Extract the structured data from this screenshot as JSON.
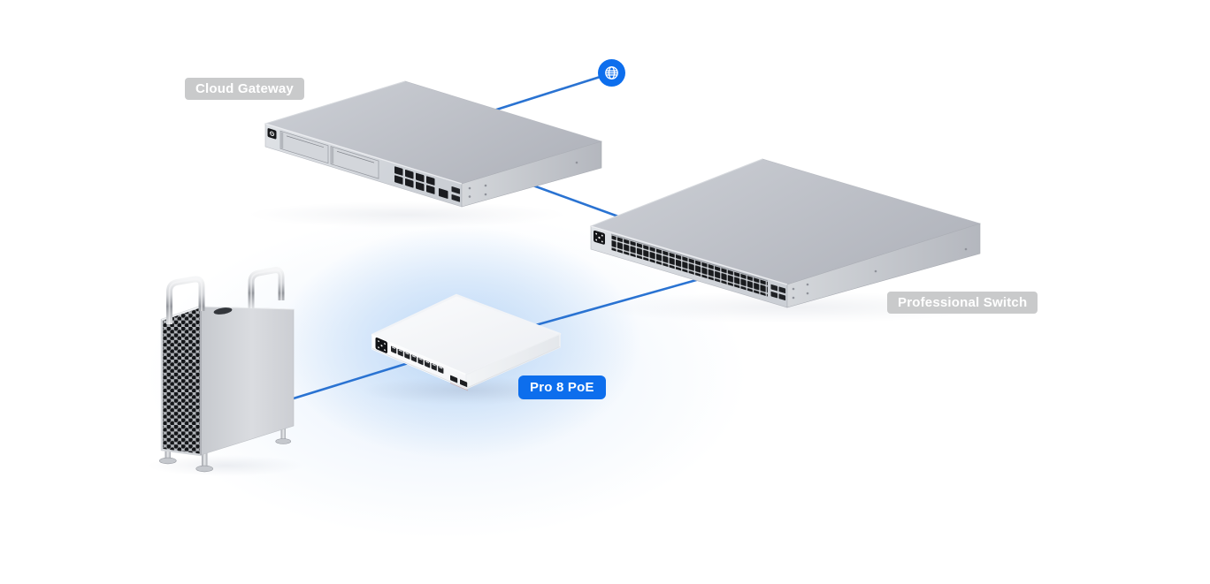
{
  "diagram": {
    "type": "network-topology-illustration",
    "background": "#ffffff",
    "labels": {
      "cloud_gateway": "Cloud Gateway",
      "professional_switch": "Professional Switch",
      "pro_8_poe": "Pro 8 PoE"
    },
    "nodes": [
      {
        "id": "internet",
        "kind": "globe-icon",
        "color": "#0d6eed"
      },
      {
        "id": "cloud-gateway",
        "kind": "rack-gateway",
        "label": "Cloud Gateway",
        "label_style": "gray",
        "drive_bays": 2,
        "ports_front": {
          "rj45": 8,
          "rj45_single": 1,
          "sfp": 2
        }
      },
      {
        "id": "professional-switch",
        "kind": "rack-switch",
        "label": "Professional Switch",
        "label_style": "gray",
        "ports_front": {
          "rj45": 48,
          "sfp": 4
        }
      },
      {
        "id": "pro-8-poe",
        "kind": "desktop-switch",
        "label": "Pro 8 PoE",
        "label_style": "blue",
        "highlighted": true,
        "ports_front": {
          "rj45": 8,
          "sfp": 2
        }
      },
      {
        "id": "workstation",
        "kind": "tower-computer",
        "label": ""
      }
    ],
    "connections": [
      {
        "from": "internet",
        "to": "cloud-gateway"
      },
      {
        "from": "cloud-gateway",
        "to": "professional-switch"
      },
      {
        "from": "professional-switch",
        "to": "pro-8-poe"
      },
      {
        "from": "pro-8-poe",
        "to": "workstation"
      }
    ],
    "palette": {
      "accent_blue": "#0d6eed",
      "connection_line": "#2a73d2",
      "label_gray_bg": "#c9cacb",
      "label_text": "#ffffff",
      "device_silver": "#c3c6cc",
      "highlight_glow": "#bed9f7"
    }
  }
}
